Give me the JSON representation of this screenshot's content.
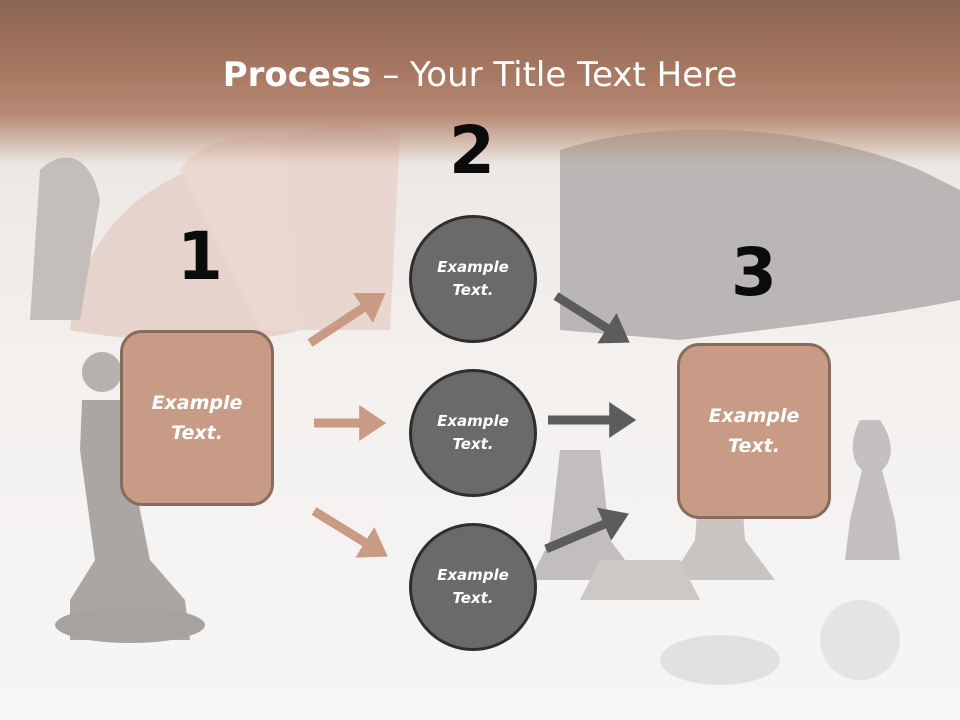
{
  "title": {
    "bold": "Process",
    "rest": " – Your Title Text Here"
  },
  "steps": {
    "one": "1",
    "two": "2",
    "three": "3"
  },
  "boxes": {
    "left": "Example Text.",
    "right": "Example Text."
  },
  "circles": [
    "Example Text.",
    "Example Text.",
    "Example Text."
  ],
  "colors": {
    "box_fill": "#c79b85",
    "circle_fill": "#6a6a6a",
    "arrow_tan": "#c99a84",
    "arrow_gray": "#5c5c5c",
    "title_band": "#a87862"
  }
}
